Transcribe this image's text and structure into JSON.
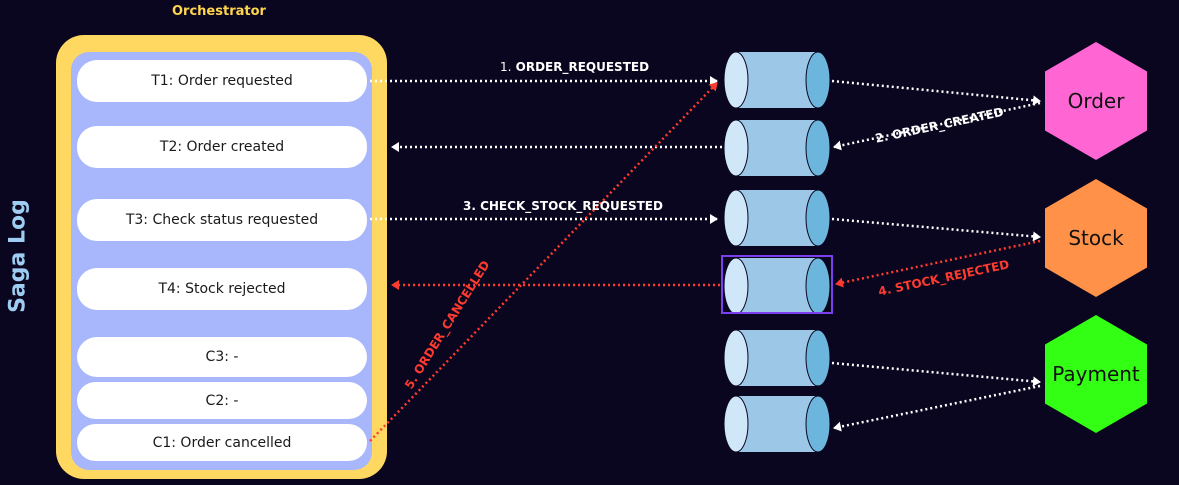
{
  "orchestrator": {
    "title": "Orchestrator"
  },
  "saga_log": {
    "label": "Saga Log"
  },
  "steps": [
    {
      "label": "T1: Order requested"
    },
    {
      "label": "T2: Order created"
    },
    {
      "label": "T3: Check status requested"
    },
    {
      "label": "T4: Stock rejected"
    },
    {
      "label": "C3: -"
    },
    {
      "label": "C2: -"
    },
    {
      "label": "C1: Order cancelled"
    }
  ],
  "services": {
    "order": {
      "label": "Order",
      "color": "#ff66d4"
    },
    "stock": {
      "label": "Stock",
      "color": "#ff9148"
    },
    "payment": {
      "label": "Payment",
      "color": "#33ff14"
    }
  },
  "messages": {
    "m1": {
      "num": "1.",
      "name": "ORDER_REQUESTED"
    },
    "m2": {
      "text": "2. ORDER_CREATED"
    },
    "m3": {
      "text": "3. CHECK_STOCK_REQUESTED"
    },
    "m4": {
      "text": "4. STOCK_REJECTED"
    },
    "m5": {
      "text": "5. ORDER_CANCELLED"
    }
  },
  "colors": {
    "success_arrow": "#ffffff",
    "failure_arrow": "#ff3b30",
    "queue_body": "#9cc7e6",
    "queue_cap_left": "#cfe7f8",
    "queue_cap_right": "#6cb6dd",
    "selection": "#7b3ff0"
  }
}
